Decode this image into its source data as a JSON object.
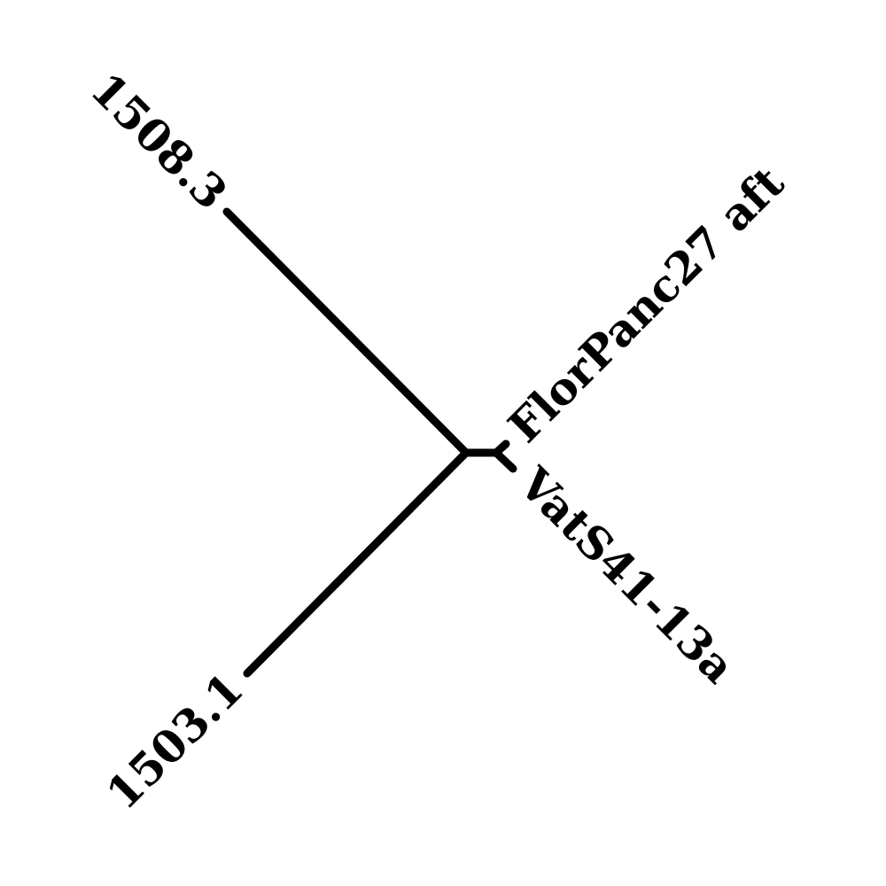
{
  "diagram": {
    "type": "unrooted-phylogenetic-tree",
    "colors": {
      "line": "#000000",
      "text": "#000000",
      "background": "#ffffff"
    },
    "leaves": [
      {
        "id": "leaf-1508-3",
        "label": "1508.3"
      },
      {
        "id": "leaf-1503-1",
        "label": "1503.1"
      },
      {
        "id": "leaf-florpanc27",
        "label": "FlorPanc27 aft"
      },
      {
        "id": "leaf-vats41",
        "label": "VatS41-13a"
      }
    ]
  }
}
